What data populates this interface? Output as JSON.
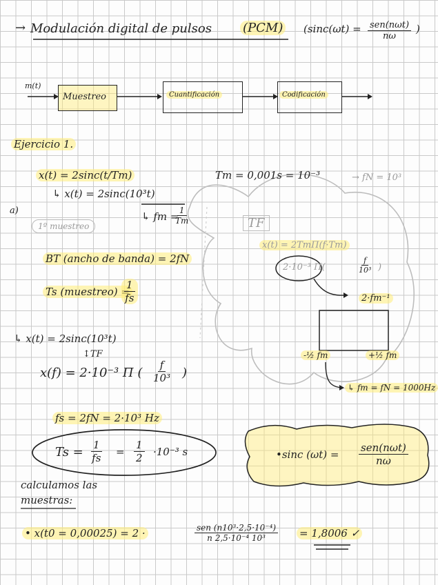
{
  "title": {
    "arrow": "→",
    "main": "Modulación digital de pulsos",
    "acronym": "(PCM)",
    "sinc_lhs": "(sinc(ωt) =",
    "sinc_num": "sen(nωt)",
    "sinc_den": "nω",
    "sinc_close": ")"
  },
  "diagram": {
    "input_label": "m(t)",
    "blocks": [
      "Muestreo",
      "Cuantificación",
      "Codificación"
    ]
  },
  "exercise": {
    "label": "Ejercicio 1.",
    "x_def": "x(t) = 2sinc(t/Tm)",
    "x_sub": "↳ x(t) = 2sinc(10³t)",
    "fm_prefix": "↳ fm =",
    "fm_num": "1",
    "fm_den": "Tm",
    "tm": "Tm = 0,001s = 10⁻³",
    "gray_note": "→ fN = 10³",
    "a_label": "a)",
    "muestreo_note": "1º muestreo",
    "bt": "BT (ancho de banda) = 2fN",
    "ts_label": "Ts (muestreo) =",
    "ts_num": "1",
    "ts_den": "fs"
  },
  "tf_bubble": {
    "label": "TF",
    "line1": "x(t) = 2TmΠ(f·Tm)",
    "line2_left": "2·10⁻³ Π(",
    "line2_num": "f",
    "line2_den": "10³",
    "line2_right": ")",
    "height_label": "2·fm⁻¹",
    "left_edge": "-½ fm",
    "right_edge": "+½ fm",
    "fm_result": "↳ fm = fN = 1000Hz"
  },
  "derivation": {
    "l1": "↳ x(t) = 2sinc(10³t)",
    "tf": "↕TF",
    "l2_left": "x(f) = 2·10⁻³ Π (",
    "l2_num": "f",
    "l2_den": "10³",
    "l2_right": ")",
    "fs": "fs = 2fN = 2·10³ Hz",
    "ts_prefix": "Ts =",
    "ts_num": "1",
    "ts_den": "fs",
    "ts_eq": "=",
    "ts_num2": "1",
    "ts_den2": "2",
    "ts_tail": "·10⁻³ s",
    "sinc_box_left": "•sinc (ωt) =",
    "sinc_box_num": "sen(nωt)",
    "sinc_box_den": "nω"
  },
  "samples": {
    "heading_l1": "calculamos las",
    "heading_l2": "muestras:",
    "bullet": "• x(t0 = 0,00025) = 2 ·",
    "frac_num": "sen (n10³·2,5·10⁻⁴)",
    "frac_den": "n 2,5·10⁻⁴ 10³",
    "result": "= 1,8006 ✓"
  }
}
